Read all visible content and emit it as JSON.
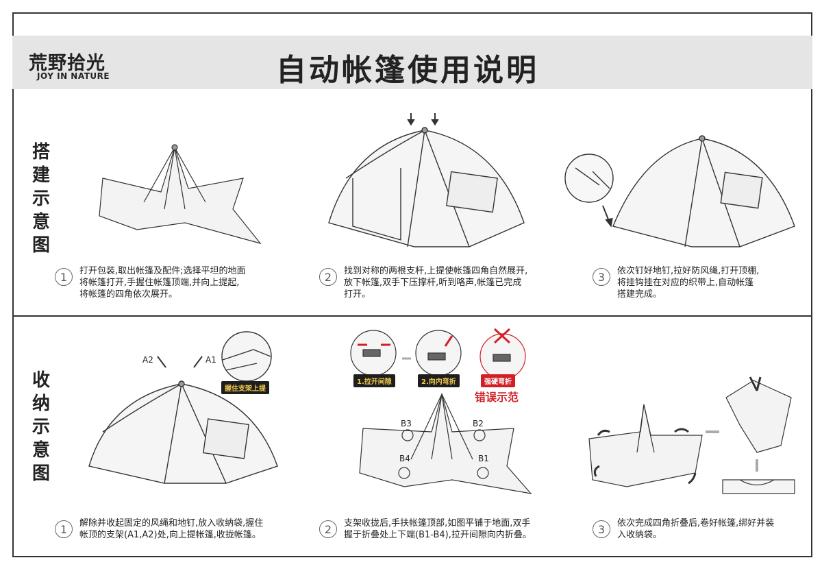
{
  "brand": {
    "name_cn": "荒野拾光",
    "name_en": "JOY IN NATURE"
  },
  "title": "自动帐篷使用说明",
  "sections": [
    {
      "label": "搭建示意图",
      "steps": [
        {
          "num": "1",
          "text": "打开包装,取出帐篷及配件;选择平坦的地面\n将帐篷打开,手握住帐篷顶端,并向上提起,\n将帐篷的四角依次展开。"
        },
        {
          "num": "2",
          "text": "找到对称的两根支杆,上提使帐篷四角自然展开,\n放下帐篷,双手下压撑杆,听到咯声,帐篷已完成\n打开。"
        },
        {
          "num": "3",
          "text": "依次钉好地钉,拉好防风绳,打开顶棚,\n将挂钩挂在对应的织带上,自动帐篷\n搭建完成。"
        }
      ]
    },
    {
      "label": "收纳示意图",
      "steps": [
        {
          "num": "1",
          "text": "解除并收起固定的风绳和地钉,放入收纳袋,握住\n帐顶的支架(A1,A2)处,向上提帐篷,收拢帐篷。"
        },
        {
          "num": "2",
          "text": "支架收拢后,手扶帐篷顶部,如图平铺于地面,双手\n握于折叠处上下端(B1-B4),拉开间隙向内折叠。"
        },
        {
          "num": "3",
          "text": "依次完成四角折叠后,卷好帐篷,绑好并装\n入收纳袋。"
        }
      ]
    }
  ],
  "callouts": {
    "a1": "A1",
    "a2": "A2",
    "grip": "握住支架上提",
    "pull": "1.拉开间隙",
    "bend": "2.向内弯折",
    "force": "强硬弯折",
    "wrong": "错误示范",
    "b1": "B1",
    "b2": "B2",
    "b3": "B3",
    "b4": "B4"
  },
  "colors": {
    "accent_red": "#d21f26",
    "header_bg": "#e5e5e5",
    "tag_dark": "#1e1e1e",
    "tag_text": "#f2c94c"
  }
}
